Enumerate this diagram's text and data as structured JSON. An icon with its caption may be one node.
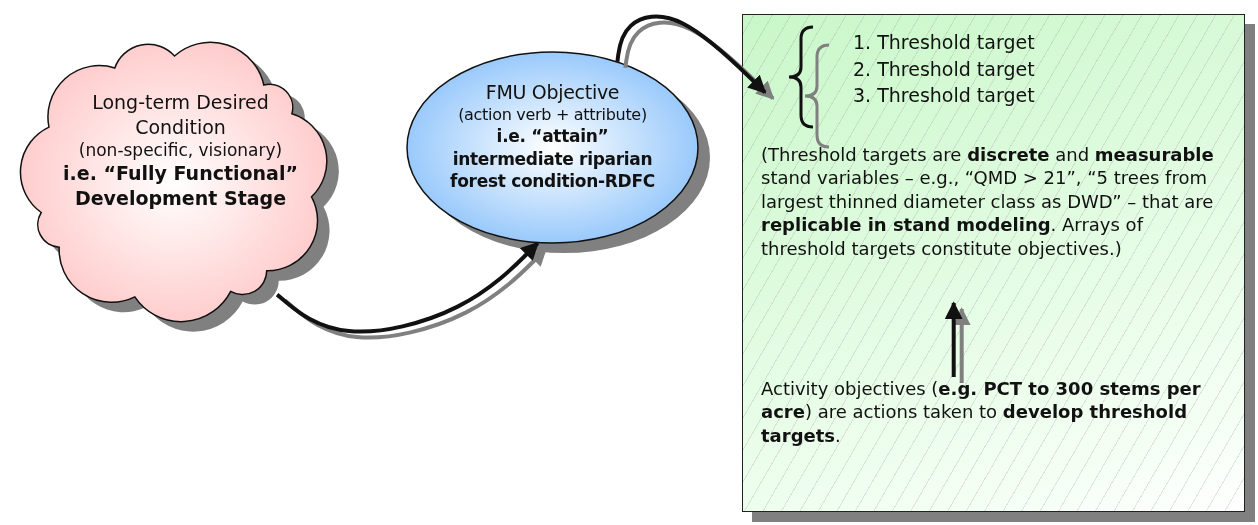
{
  "diagram": {
    "nodes": [
      {
        "text": [
          "Long-term Desired Condition",
          "(non-specific, visionary)",
          "i.e. “Fully Functional” Development Stage"
        ]
      },
      {
        "text": [
          "FMU Objective",
          "(action verb + attribute)",
          "i.e. “attain” intermediate riparian forest condition-RDFC"
        ]
      },
      {
        "text": [],
        "shape": "box"
      },
      {
        "text": [
          "1. Threshold target",
          "2. Threshold target",
          "3. Threshold target"
        ],
        "in": 2
      },
      {
        "text": [
          "(Threshold targets are **discrete** and **measurable** stand variables – e.g., “QMD > 21”, “5 trees from largest thinned diameter class as DWD” – that are **replicable in stand modeling**.  Arrays of threshold targets constitute objectives.)"
        ],
        "in": 2
      },
      {
        "text": [
          "Activity objectives (**e.g. PCT to 300 stems per acre**) are actions taken to **develop threshold targets**."
        ],
        "in": 2
      }
    ],
    "edges": [
      {
        "from": 0,
        "to": 1,
        "arrow": "to"
      },
      {
        "from": 1,
        "to": 3,
        "arrow": "to"
      },
      {
        "from": 5,
        "to": 4,
        "arrow": "to"
      }
    ]
  }
}
